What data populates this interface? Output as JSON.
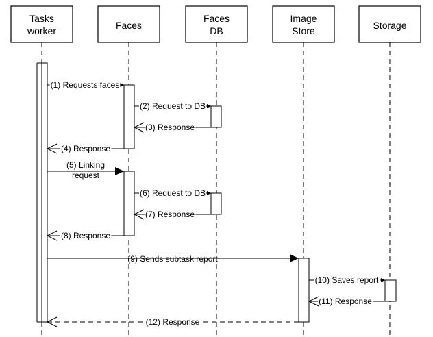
{
  "participants": [
    {
      "id": "tasks",
      "lines": [
        "Tasks",
        "worker"
      ]
    },
    {
      "id": "faces",
      "lines": [
        "Faces"
      ]
    },
    {
      "id": "facesdb",
      "lines": [
        "Faces",
        "DB"
      ]
    },
    {
      "id": "imagestore",
      "lines": [
        "Image",
        "Store"
      ]
    },
    {
      "id": "storage",
      "lines": [
        "Storage"
      ]
    }
  ],
  "messages": [
    {
      "from": "tasks",
      "to": "faces",
      "kind": "call",
      "lines": [
        "(1) Requests faces"
      ]
    },
    {
      "from": "faces",
      "to": "facesdb",
      "kind": "call",
      "lines": [
        "(2) Request to DB"
      ]
    },
    {
      "from": "facesdb",
      "to": "faces",
      "kind": "return",
      "lines": [
        "(3) Response"
      ]
    },
    {
      "from": "faces",
      "to": "tasks",
      "kind": "return",
      "lines": [
        "(4) Response"
      ]
    },
    {
      "from": "tasks",
      "to": "faces",
      "kind": "sync",
      "lines": [
        "(5) Linking",
        "request"
      ]
    },
    {
      "from": "faces",
      "to": "facesdb",
      "kind": "call",
      "lines": [
        "(6) Request to DB"
      ]
    },
    {
      "from": "facesdb",
      "to": "faces",
      "kind": "return",
      "lines": [
        "(7) Response"
      ]
    },
    {
      "from": "faces",
      "to": "tasks",
      "kind": "return",
      "lines": [
        "(8) Response"
      ]
    },
    {
      "from": "tasks",
      "to": "imagestore",
      "kind": "sync",
      "lines": [
        "(9) Sends subtask report"
      ]
    },
    {
      "from": "imagestore",
      "to": "storage",
      "kind": "call",
      "lines": [
        "(10) Saves report"
      ]
    },
    {
      "from": "storage",
      "to": "imagestore",
      "kind": "return",
      "lines": [
        "(11) Response"
      ]
    },
    {
      "from": "imagestore",
      "to": "tasks",
      "kind": "return-dashed",
      "lines": [
        "(12) Response"
      ]
    }
  ]
}
